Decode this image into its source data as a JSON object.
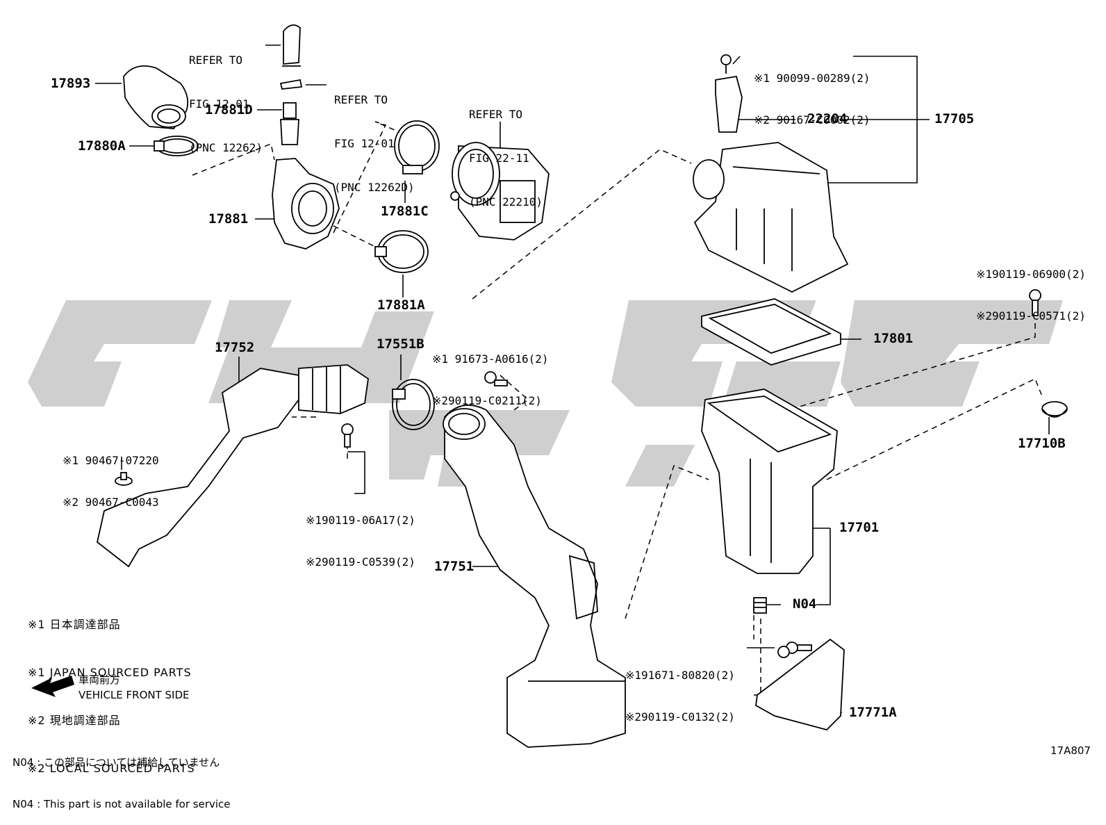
{
  "colors": {
    "line": "#000000",
    "watermark": "#cfcfcf",
    "background": "#ffffff"
  },
  "parts": {
    "p17893": "17893",
    "p17880A": "17880A",
    "p17881D": "17881D",
    "p17881": "17881",
    "p17881C": "17881C",
    "p17881A": "17881A",
    "p17705": "17705",
    "p22204": "22204",
    "p17801": "17801",
    "p17752": "17752",
    "p17551B": "17551B",
    "p17710B": "17710B",
    "p17701": "17701",
    "p17751": "17751",
    "pN04": "N04",
    "p17771A": "17771A"
  },
  "references": {
    "ref1": [
      "REFER TO",
      "FIG 12-01",
      "(PNC 12262)"
    ],
    "ref2": [
      "REFER TO",
      "FIG 12-01",
      "(PNC 12262D)"
    ],
    "ref3": [
      "REFER TO",
      "FIG 22-11",
      "(PNC 22210)"
    ]
  },
  "callouts": {
    "bolt_22204": [
      "※1 90099-00289(2)",
      "※2 90167-C0002(2)"
    ],
    "bolt_right": [
      "※190119-06900(2)",
      "※290119-C0571(2)"
    ],
    "bolt_17551B": [
      "※1 91673-A0616(2)",
      "※290119-C0211(2)"
    ],
    "clip_17752": [
      "※1 90467-07220",
      "※2 90467-C0043"
    ],
    "bolt_17752": [
      "※190119-06A17(2)",
      "※290119-C0539(2)"
    ],
    "bolt_17771A": [
      "※191671-80820(2)",
      "※290119-C0132(2)"
    ]
  },
  "legend": [
    "※1 日本調達部品",
    "※1 JAPAN SOURCED PARTS",
    "※2 現地調達部品",
    "※2 LOCAL SOURCED PARTS"
  ],
  "direction": {
    "jp": "車両前方",
    "en": "VEHICLE FRONT SIDE",
    "icon": "arrow-left-icon"
  },
  "notes": [
    "N04 : この部品については補給していません",
    "N04 : This part is not available for service"
  ],
  "figure_code": "17A807"
}
